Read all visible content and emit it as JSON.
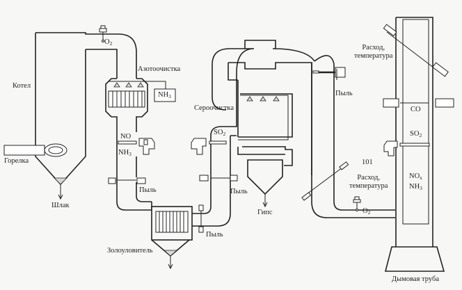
{
  "diagram": {
    "type": "flue-gas treatment process flow diagram",
    "labels": {
      "boiler": "Котел",
      "burner": "Горелка",
      "slag": "Шлак",
      "denox": "Азотоочистка",
      "nh3_tank": "NH",
      "nh3_sub": "3",
      "o2_top": "O",
      "o2_sub": "2",
      "no": "NO",
      "nh3_left": "NH",
      "nh3_left_sub": "3",
      "dust_1": "Пыль",
      "dust_2": "Пыль",
      "dust_3": "Пыль",
      "dust_4": "Пыль",
      "ash_collector": "Золоуловитель",
      "desulfurization": "Сероочистка",
      "so2_left": "SO",
      "so2_left_sub": "2",
      "gypsum": "Гипс",
      "flow_temp_top_1": "Расход,",
      "flow_temp_top_2": "температура",
      "flow_temp_low_1": "Расход,",
      "flow_temp_low_2": "температура",
      "co": "CO",
      "so2_stack": "SO",
      "so2_stack_sub": "2",
      "nox": "NO",
      "nox_sub": "x",
      "nh3_stack": "NH",
      "nh3_stack_sub": "3",
      "number": "101",
      "o2_bottom": "O",
      "o2_bottom_sub": "2",
      "stack": "Дымовая труба"
    }
  }
}
